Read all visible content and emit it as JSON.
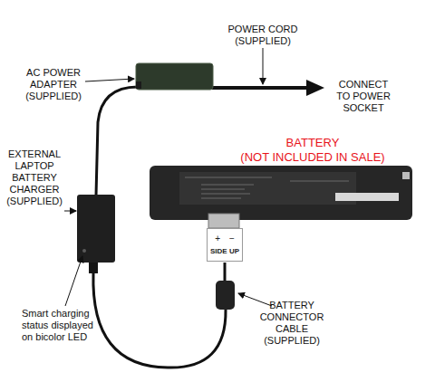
{
  "diagram": {
    "nodes": [
      {
        "text": [
          "+",
          "−",
          "SIDE UP"
        ]
      }
    ],
    "labels": [
      "POWER CORD (SUPPLIED)",
      "AC POWER ADAPTER (SUPPLIED)",
      "CONNECT TO POWER SOCKET",
      "BATTERY",
      "(NOT INCLUDED IN SALE)",
      "EXTERNAL LAPTOP BATTERY CHARGER (SUPPLIED)",
      "Smart charging status displayed on bicolor LED",
      "BATTERY CONNECTOR CABLE (SUPPLIED)"
    ]
  }
}
